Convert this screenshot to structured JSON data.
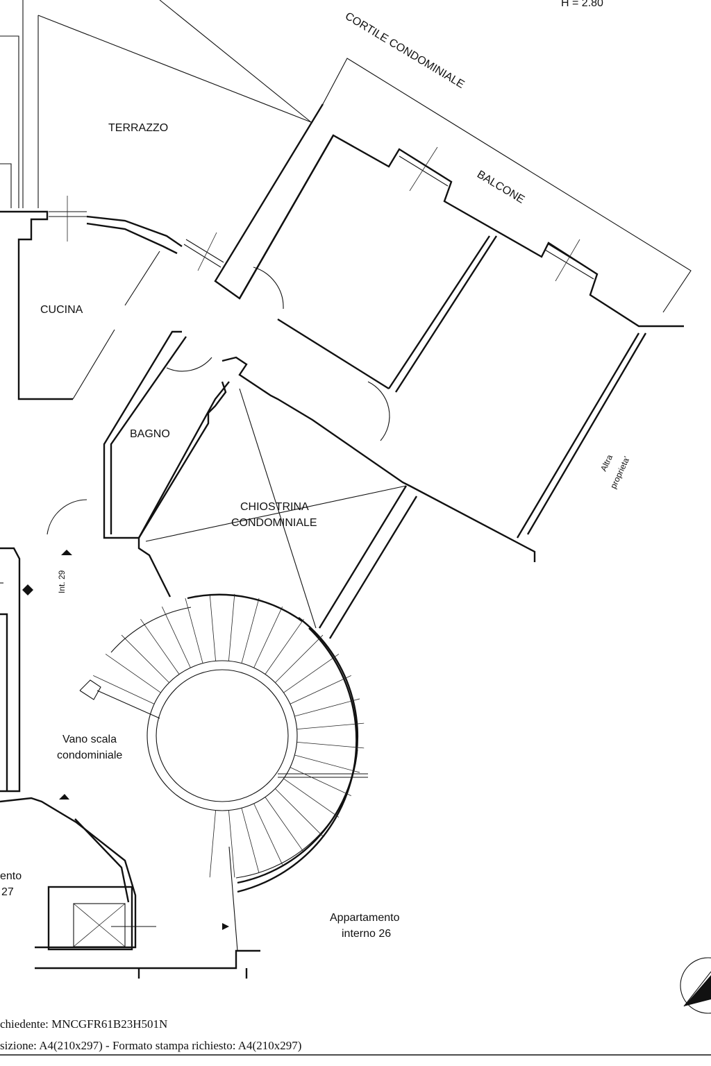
{
  "header": {
    "height_label": "H = 2.80"
  },
  "rooms": {
    "cortile": "CORTILE CONDOMINIALE",
    "terrazzo": "TERRAZZO",
    "balcone": "BALCONE",
    "cucina": "CUCINA",
    "bagno": "BAGNO",
    "chiostrina_1": "CHIOSTRINA",
    "chiostrina_2": "CONDOMINIALE",
    "altra_1": "Altra",
    "altra_2": "proprieta'",
    "int29": "Int. 29",
    "vano_1": "Vano scala",
    "vano_2": "condominiale",
    "appartamento_26_1": "Appartamento",
    "appartamento_26_2": "interno 26",
    "appartamento_27_1": "ento",
    "appartamento_27_2": "27"
  },
  "footer": {
    "line1": "chiedente: MNCGFR61B23H501N",
    "line2": "sizione: A4(210x297)  - Formato stampa richiesto: A4(210x297)"
  },
  "icons": {
    "north_arrow": "north-arrow-icon",
    "entry_arrow": "entry-arrow-icon"
  }
}
